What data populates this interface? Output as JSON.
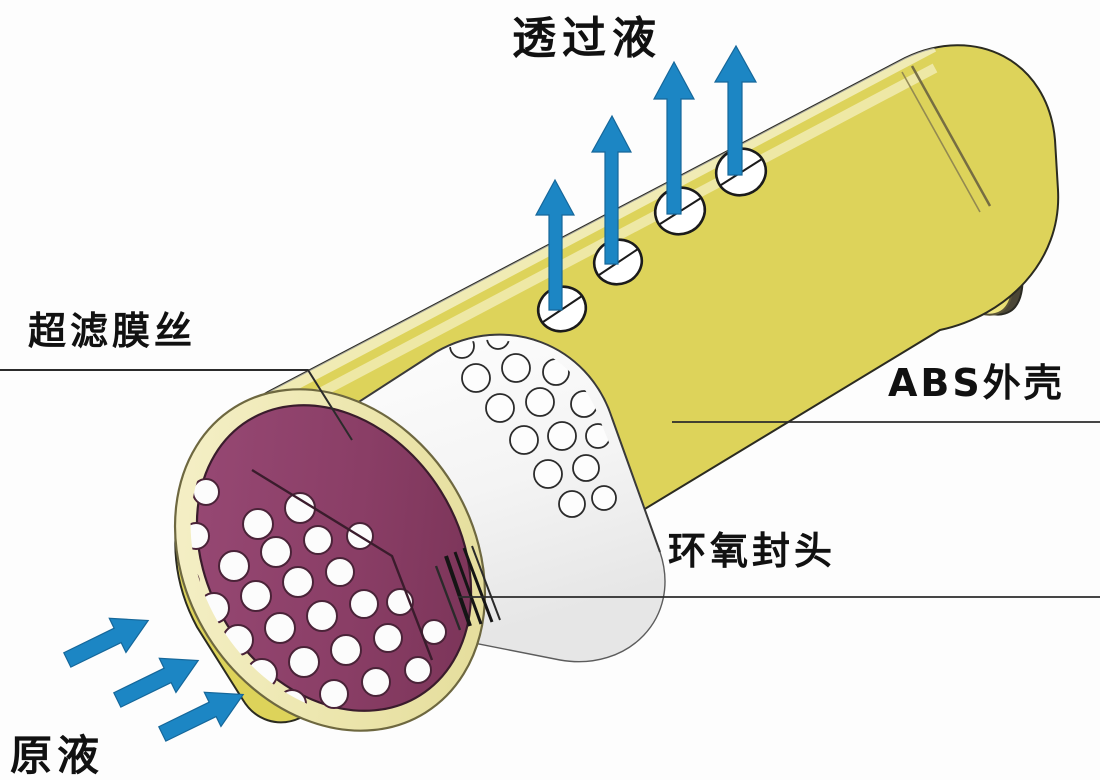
{
  "diagram": {
    "title": "Ultrafiltration membrane module cutaway",
    "labels": {
      "permeate": "透过液",
      "membrane_fiber": "超滤膜丝",
      "abs_housing": "ABS外壳",
      "epoxy_potting": "环氧封头",
      "feed": "原液"
    },
    "colors": {
      "arrow_blue": "#1C86C4",
      "arrow_blue_dark": "#1A6FA6",
      "housing_yellow": "#EDE77A",
      "housing_yellow_light": "#FBF8C8",
      "housing_highlight": "#FFFFFF",
      "epoxy_purple": "#8C3F69",
      "epoxy_purple_dark": "#6E2F52",
      "rim_cream": "#EFEAC0",
      "fiber_white": "#F7F7F7",
      "outline_black": "#1A1A1A",
      "label_text": "#111111"
    },
    "counts": {
      "permeate_ports": 4,
      "permeate_arrows": 4,
      "feed_arrows": 3
    },
    "leader_lines": {
      "membrane_fiber": "horizontal from left edge then diagonal to fiber bundle",
      "abs_housing": "horizontal from housing surface to the right",
      "epoxy_potting": "horizontal from potting edge to the right"
    }
  }
}
